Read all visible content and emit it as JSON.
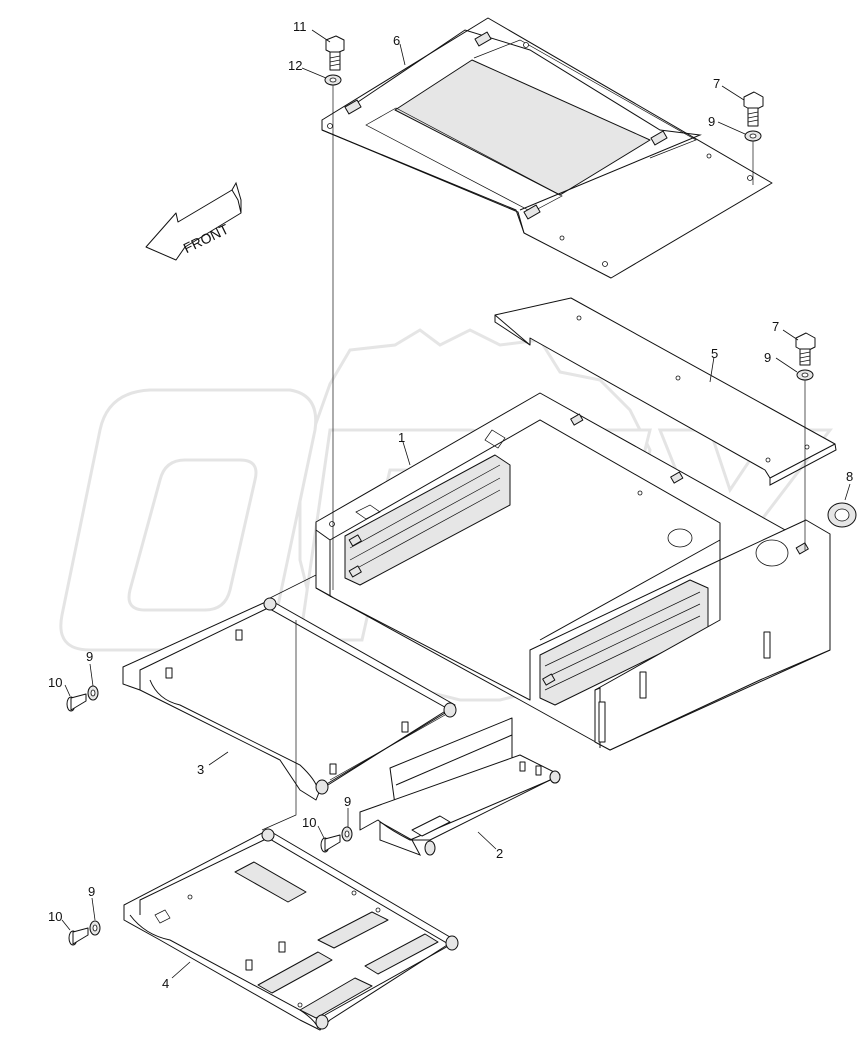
{
  "diagram": {
    "direction_label": "FRONT",
    "watermark": "OREX",
    "callouts": [
      {
        "id": "c11",
        "text": "11"
      },
      {
        "id": "c6",
        "text": "6"
      },
      {
        "id": "c12",
        "text": "12"
      },
      {
        "id": "c7a",
        "text": "7"
      },
      {
        "id": "c9a",
        "text": "9"
      },
      {
        "id": "c7b",
        "text": "7"
      },
      {
        "id": "c5",
        "text": "5"
      },
      {
        "id": "c9b",
        "text": "9"
      },
      {
        "id": "c1",
        "text": "1"
      },
      {
        "id": "c8",
        "text": "8"
      },
      {
        "id": "c9c",
        "text": "9"
      },
      {
        "id": "c10a",
        "text": "10"
      },
      {
        "id": "c3",
        "text": "3"
      },
      {
        "id": "c9d",
        "text": "9"
      },
      {
        "id": "c10b",
        "text": "10"
      },
      {
        "id": "c2",
        "text": "2"
      },
      {
        "id": "c9e",
        "text": "9"
      },
      {
        "id": "c10c",
        "text": "10"
      },
      {
        "id": "c4",
        "text": "4"
      }
    ]
  },
  "colors": {
    "line": "#111111",
    "watermark": "#d9d9d9",
    "background": "#ffffff"
  }
}
